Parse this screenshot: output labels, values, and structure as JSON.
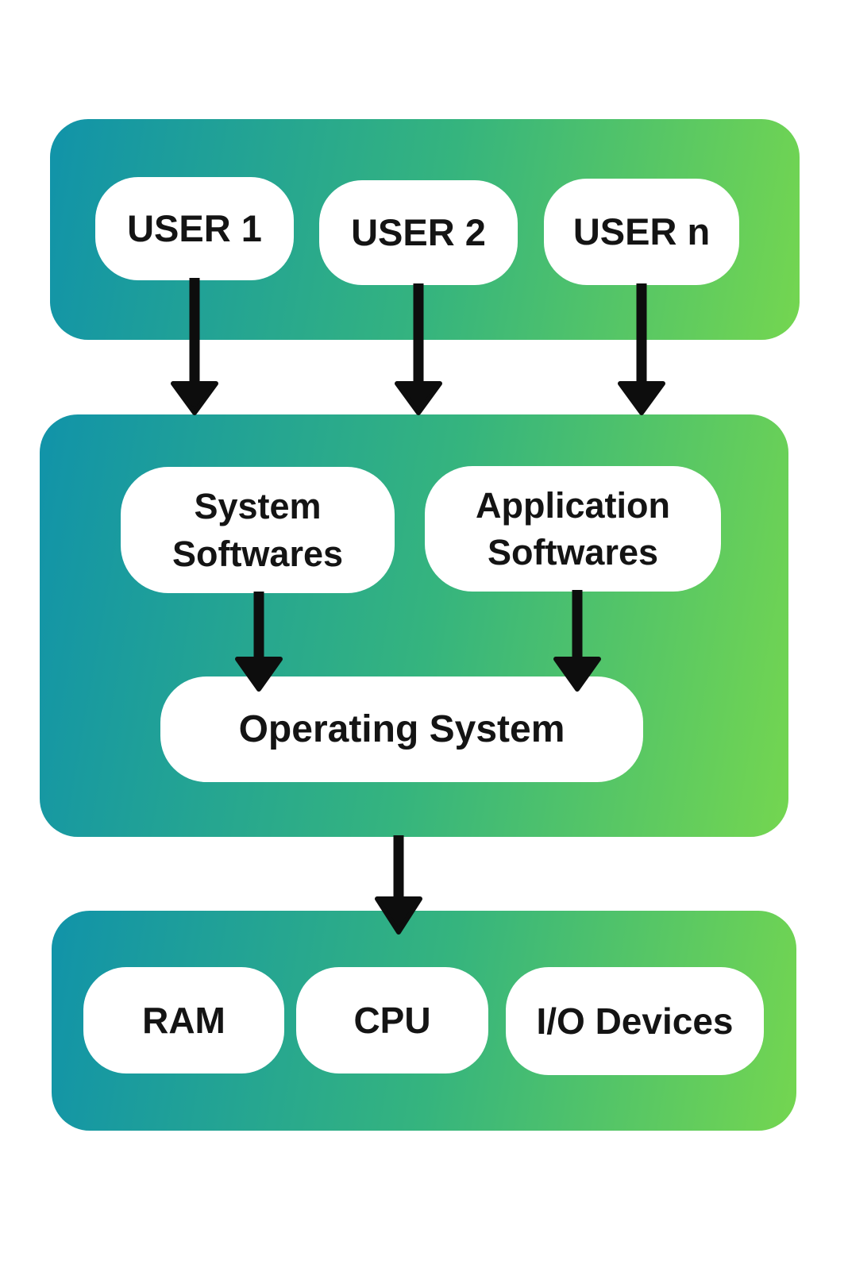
{
  "colors": {
    "panel_gradient_start": "#1193a9",
    "panel_gradient_mid": "#35b47e",
    "panel_gradient_end": "#74d650",
    "box_background": "#ffffff",
    "text_color": "#141414",
    "arrow_color": "#0d0d0d"
  },
  "users_panel": {
    "boxes": [
      {
        "label": "USER 1"
      },
      {
        "label": "USER 2"
      },
      {
        "label": "USER n"
      }
    ]
  },
  "software_panel": {
    "system_softwares": {
      "line1": "System",
      "line2": "Softwares"
    },
    "application_softwares": {
      "line1": "Application",
      "line2": "Softwares"
    },
    "operating_system": {
      "label": "Operating System"
    }
  },
  "hardware_panel": {
    "boxes": [
      {
        "label": "RAM"
      },
      {
        "label": "CPU"
      },
      {
        "label": "I/O Devices"
      }
    ]
  }
}
